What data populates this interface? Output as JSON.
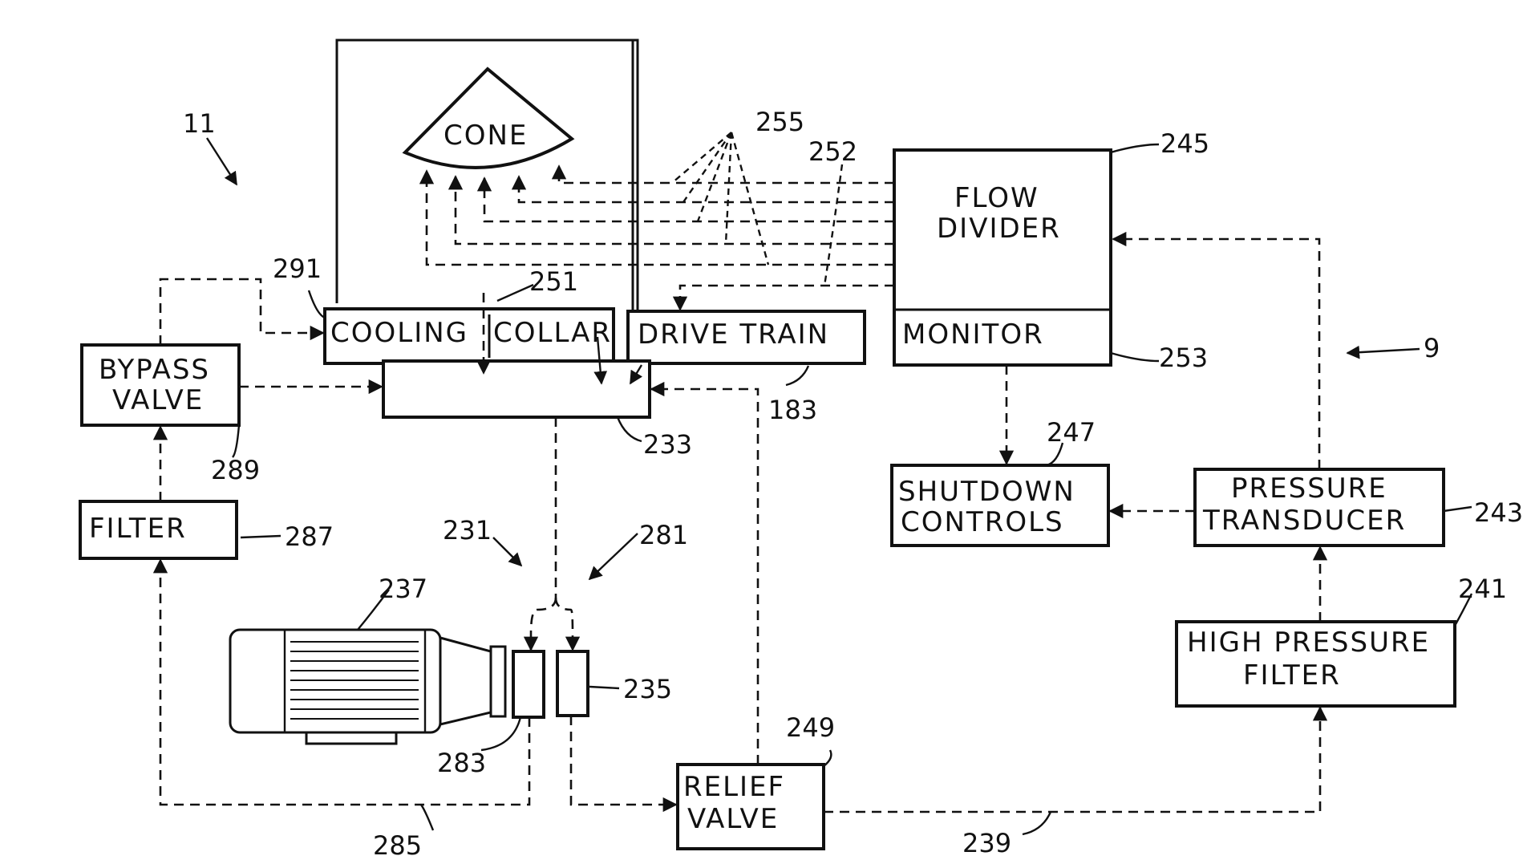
{
  "blocks": {
    "cone": "CONE",
    "flow_divider_line1": "FLOW",
    "flow_divider_line2": "DIVIDER",
    "monitor": "MONITOR",
    "cooling": "COOLING",
    "collar": "COLLAR",
    "drive_train": "DRIVE TRAIN",
    "bypass_line1": "BYPASS",
    "bypass_line2": "VALVE",
    "filter": "FILTER",
    "shutdown_line1": "SHUTDOWN",
    "shutdown_line2": "CONTROLS",
    "transducer_line1": "PRESSURE",
    "transducer_line2": "TRANSDUCER",
    "hp_filter_line1": "HIGH  PRESSURE",
    "hp_filter_line2": "FILTER",
    "relief_line1": "RELIEF",
    "relief_line2": "VALVE"
  },
  "refs": {
    "r11": "11",
    "r255": "255",
    "r252": "252",
    "r245": "245",
    "r291": "291",
    "r251": "251",
    "r9": "9",
    "r253": "253",
    "r183": "183",
    "r233": "233",
    "r289": "289",
    "r247": "247",
    "r287": "287",
    "r231": "231",
    "r281": "281",
    "r243": "243",
    "r241": "241",
    "r237": "237",
    "r235": "235",
    "r249": "249",
    "r283": "283",
    "r285": "285",
    "r239": "239"
  }
}
